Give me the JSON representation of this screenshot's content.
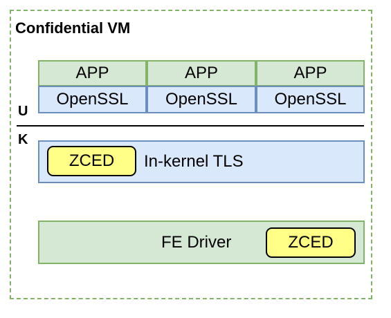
{
  "vm": {
    "title": "Confidential VM"
  },
  "userspace": {
    "label": "U",
    "apps": [
      {
        "app_label": "APP",
        "lib_label": "OpenSSL"
      },
      {
        "app_label": "APP",
        "lib_label": "OpenSSL"
      },
      {
        "app_label": "APP",
        "lib_label": "OpenSSL"
      }
    ]
  },
  "kernel": {
    "label": "K",
    "tls": {
      "zced_label": "ZCED",
      "label": "In-kernel TLS"
    },
    "fe_driver": {
      "label": "FE Driver",
      "zced_label": "ZCED"
    }
  },
  "colors": {
    "green_fill": "#d5e8d4",
    "green_border": "#82b366",
    "blue_fill": "#dae8fc",
    "blue_border": "#6c8ebf",
    "zced_fill": "#ffff88"
  }
}
